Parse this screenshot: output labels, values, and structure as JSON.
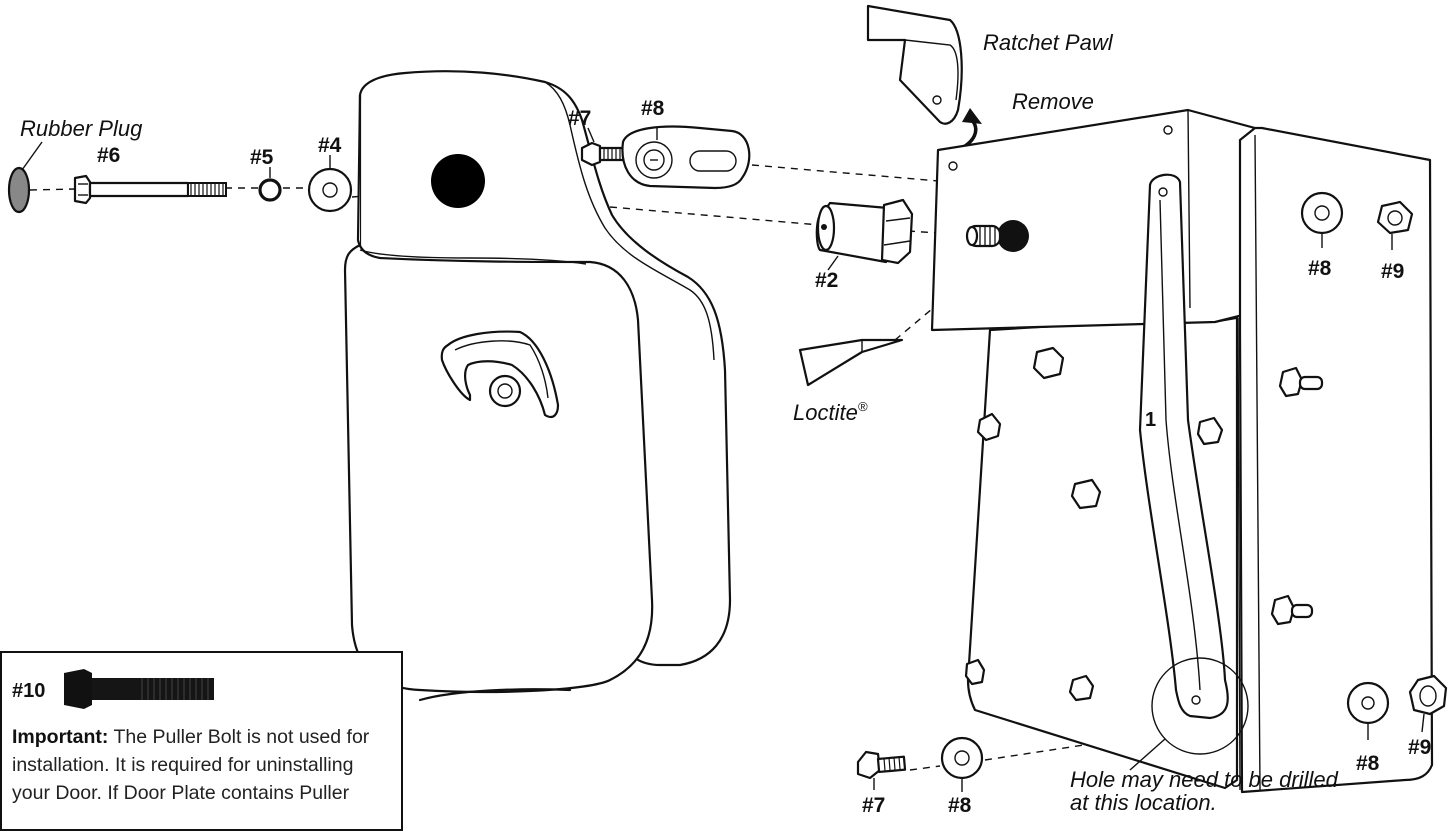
{
  "labels": {
    "rubber_plug": "Rubber Plug",
    "ratchet_pawl": "Ratchet Pawl",
    "remove": "Remove",
    "loctite": "Loctite",
    "loctite_mark": "®",
    "hole_note_line1": "Hole may need to be drilled",
    "hole_note_line2": "at this location.",
    "arm_number": "1"
  },
  "parts": {
    "p6": "#6",
    "p5": "#5",
    "p4": "#4",
    "p7_top": "#7",
    "p8_top": "#8",
    "p2": "#2",
    "p8_right": "#8",
    "p9_right": "#9",
    "p7_bottom": "#7",
    "p8_bottom_left": "#8",
    "p8_bottom_right": "#8",
    "p9_bottom": "#9"
  },
  "note": {
    "part": "#10",
    "heading": "Important:",
    "text": "The Puller Bolt is not used for installation. It is required for uninstalling your Door. If Door Plate contains Puller"
  }
}
